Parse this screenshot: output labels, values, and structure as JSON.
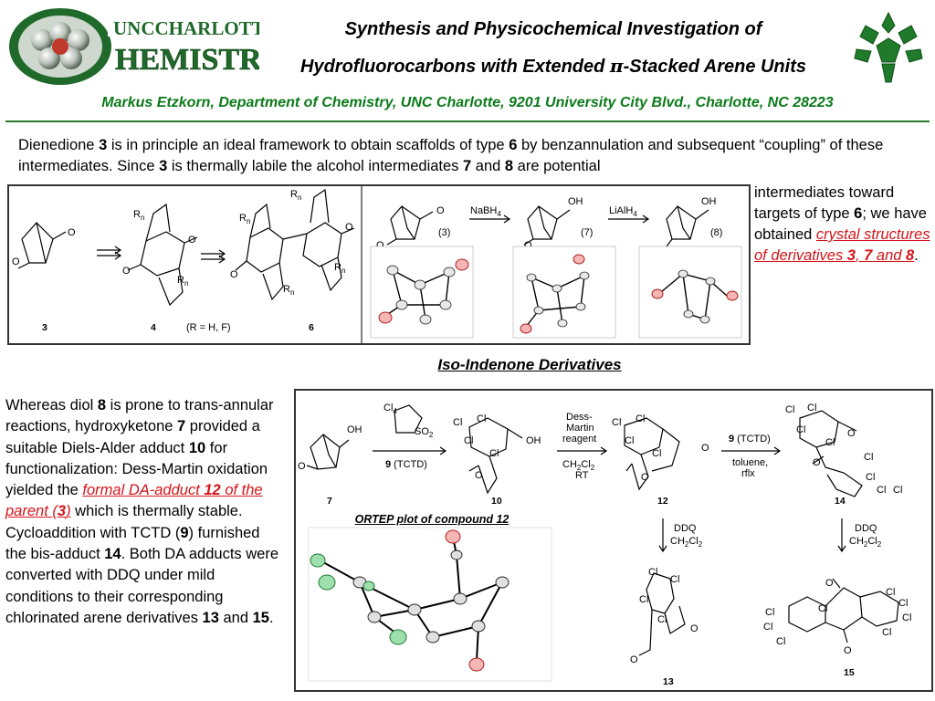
{
  "header": {
    "logo_left_line1": "UNCCHARLOTTE",
    "logo_left_line2": "HEMISTRY",
    "title_line1": "Synthesis and Physicochemical Investigation of",
    "title_line2_a": "Hydrofluorocarbons with Extended ",
    "title_line2_pi": "π",
    "title_line2_b": "-Stacked Arene Units",
    "authors": "Markus Etzkorn, Department of Chemistry, UNC Charlotte, 9201 University City Blvd., Charlotte, NC 28223"
  },
  "intro": {
    "t1": "Dienedione ",
    "n3": "3",
    "t2": " is in principle an ideal framework to obtain scaffolds of type ",
    "n6": "6",
    "t3": " by benzannulation and subsequent “coupling” of these intermediates.  Since ",
    "n3b": "3",
    "t4": " is thermally labile the alcohol intermediates ",
    "n7": "7",
    "t5": " and ",
    "n8": "8",
    "t6": " are potential",
    "c1": "intermediates toward targets of type ",
    "c_n6": "6",
    "c2": "; we have obtained ",
    "link": "crystal structures of derivatives ",
    "link_3": "3",
    "link_sep": ", ",
    "link_7": "7",
    "link_and": " and ",
    "link_8": "8",
    "c3": "."
  },
  "scheme1": {
    "rn": "R",
    "rn_sub": "n",
    "o": "O",
    "oh": "OH",
    "rcond": "(R = H, F)",
    "c3": "3",
    "c4": "4",
    "c6": "6",
    "nabh4_a": "NaBH",
    "nabh4_sub": "4",
    "lialh4_a": "LiAlH",
    "lialh4_sub": "4",
    "p3": "(3)",
    "p7": "(7)",
    "p8": "(8)"
  },
  "section": {
    "heading": "Iso-Indenone Derivatives"
  },
  "body2": {
    "t1": "Whereas diol ",
    "n8": "8",
    "t2": " is prone to trans-annular reactions, hydroxyketone ",
    "n7": "7",
    "t3": " provided a suitable Diels-Alder adduct ",
    "n10": "10",
    "t4": " for functionalization: Dess-Martin oxidation yielded the ",
    "link1": "formal DA-adduct ",
    "link_n12": "12",
    "link2": " of the parent (",
    "link_n3": "3",
    "link3": ")",
    "t5": " which is thermally stable.  Cycloaddition with TCTD (",
    "n9": "9",
    "t6": ") furnished the bis-adduct ",
    "n14": "14",
    "t7": ". Both DA adducts were converted with DDQ under mild conditions to their corresponding chlorinated arene derivatives ",
    "n13": "13",
    "t8": " and ",
    "n15": "15",
    "t9": "."
  },
  "scheme2": {
    "cl": "Cl",
    "cl4_a": "Cl",
    "cl4_sub": "4",
    "so2_a": "SO",
    "so2_sub": "2",
    "o": "O",
    "oh": "OH",
    "tctd_n9": "9",
    "tctd": " (TCTD)",
    "dm1": "Dess-",
    "dm2": "Martin",
    "dm3": "reagent",
    "ch2cl2_a": "CH",
    "ch2cl2_s1": "2",
    "ch2cl2_b": "Cl",
    "ch2cl2_s2": "2",
    "rt": "RT",
    "toluene": "toluene,",
    "reflux": "rflx",
    "ddq": "DDQ",
    "c7": "7",
    "c10": "10",
    "c12": "12",
    "c14": "14",
    "c13": "13",
    "c15": "15",
    "ortep_title": "ORTEP plot of compound 12"
  },
  "colors": {
    "title_green": "#0b7a1a",
    "link_red": "#d4141a",
    "chlorine_green": "#2fa84a",
    "oxygen_red": "#d03030"
  }
}
